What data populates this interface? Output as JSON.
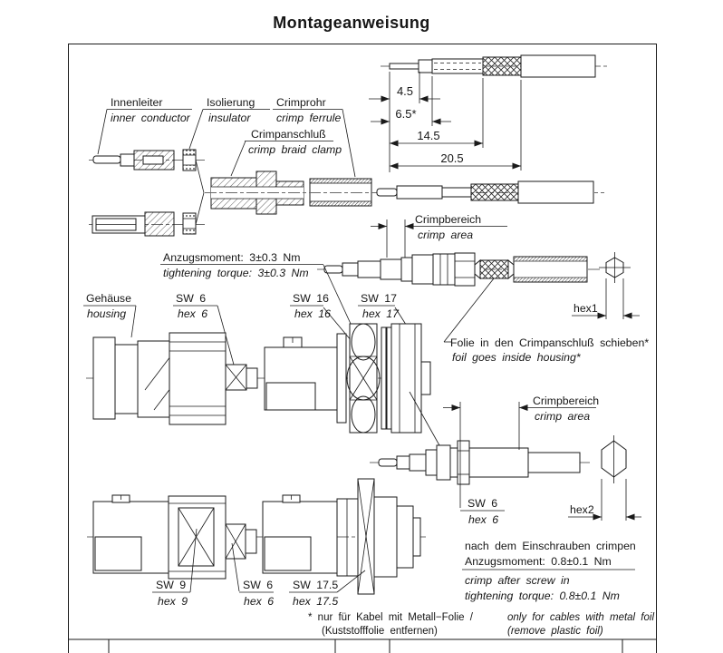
{
  "title": "Montageanweisung",
  "colors": {
    "ink": "#1a1a1a",
    "centerline": "#6a6a6a",
    "background": "#ffffff"
  },
  "part_labels": {
    "inner_conductor_de": "Innenleiter",
    "inner_conductor_en": "inner conductor",
    "insulator_de": "Isolierung",
    "insulator_en": "insulator",
    "crimp_ferrule_de": "Crimprohr",
    "crimp_ferrule_en": "crimp ferrule",
    "crimp_braid_clamp_de": "Crimpanschluß",
    "crimp_braid_clamp_en": "crimp braid clamp",
    "housing_de": "Gehäuse",
    "housing_en": "housing"
  },
  "strip_dims": {
    "d1": "4.5",
    "d2": "6.5*",
    "d3": "14.5",
    "d4": "20.5"
  },
  "hex_dims": {
    "hex1": "hex1",
    "hex2": "hex2"
  },
  "torque_note_top": {
    "de": "Anzugsmoment: 3±0.3 Nm",
    "en": "tightening torque: 3±0.3 Nm"
  },
  "crimp_area": {
    "de": "Crimpbereich",
    "en": "crimp area"
  },
  "foil_note": {
    "de": "Folie in den Crimpanschluß schieben*",
    "en": "foil goes inside housing*"
  },
  "wrench_labels": {
    "sw6_de": "SW 6",
    "sw6_en": "hex 6",
    "sw9_de": "SW 9",
    "sw9_en": "hex 9",
    "sw16_de": "SW 16",
    "sw16_en": "hex 16",
    "sw17_de": "SW 17",
    "sw17_en": "hex 17",
    "sw17_5_de": "SW 17.5",
    "sw17_5_en": "hex 17.5"
  },
  "screw_note": {
    "de1": "nach dem Einschrauben crimpen",
    "de2": "Anzugsmoment: 0.8±0.1 Nm",
    "en1": "crimp after screw in",
    "en2": "tightening torque: 0.8±0.1 Nm"
  },
  "footnote": {
    "de1": "* nur für Kabel mit Metall−Folie /",
    "en1": "only for cables with metal foil",
    "de2": "(Kuststofffolie entfernen)",
    "en2": "(remove plastic foil)"
  }
}
